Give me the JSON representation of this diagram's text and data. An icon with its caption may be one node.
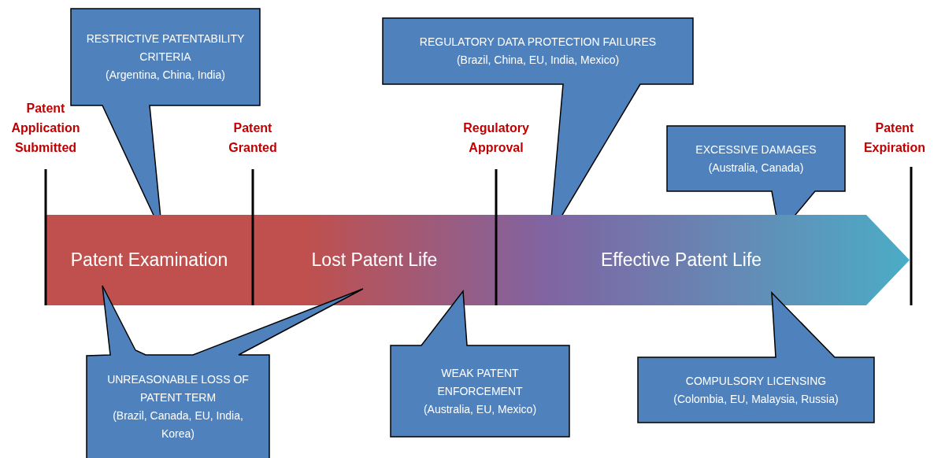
{
  "diagram": {
    "nodes": [
      {
        "text": [
          "RESTRICTIVE PATENTABILITY CRITERIA",
          "(Argentina, China, India)"
        ]
      },
      {
        "text": [
          "REGULATORY DATA PROTECTION FAILURES",
          "(Brazil, China, EU, India, Mexico)"
        ]
      },
      {
        "text": [
          "EXCESSIVE DAMAGES",
          "(Australia, Canada)"
        ]
      },
      {
        "text": [],
        "shape": "arrow"
      },
      {
        "text": [
          "Patent Examination"
        ],
        "in": 3
      },
      {
        "text": [
          "Lost Patent Life"
        ],
        "in": 3
      },
      {
        "text": [
          "Effective Patent Life"
        ],
        "in": 3
      },
      {
        "text": [
          "UNREASONABLE LOSS OF PATENT TERM",
          "(Brazil, Canada, EU, India, Korea)"
        ]
      },
      {
        "text": [
          "WEAK PATENT ENFORCEMENT",
          "(Australia, EU, Mexico)"
        ]
      },
      {
        "text": [
          "COMPULSORY LICENSING",
          "(Colombia, EU, Malaysia, Russia)"
        ]
      }
    ],
    "labels": [
      "Patent Application Submitted",
      "Patent Granted",
      "Regulatory Approval",
      "Patent Expiration"
    ]
  }
}
